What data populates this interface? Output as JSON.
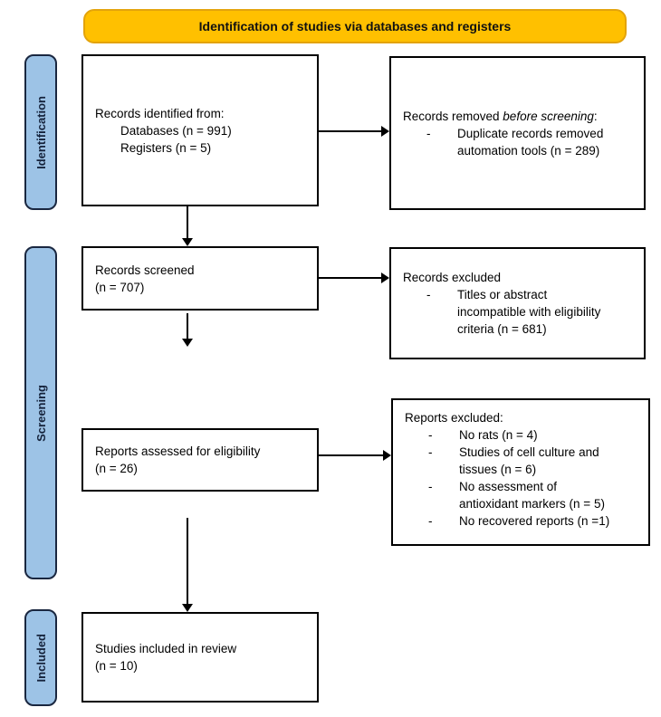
{
  "banner": {
    "label": "Identification of studies via databases and registers"
  },
  "stages": [
    {
      "label": "Identification"
    },
    {
      "label": "Screening"
    },
    {
      "label": "Included"
    }
  ],
  "boxes": {
    "records_identified": {
      "title": "Records identified from:",
      "items": [
        "Databases (n = 991)",
        "Registers (n = 5)"
      ]
    },
    "records_removed": {
      "title_prefix": "Records removed ",
      "title_italic": "before screening",
      "title_suffix": ":",
      "items": [
        "Duplicate records removed\nautomation tools (n = 289)"
      ]
    },
    "records_screened": {
      "line1": "Records screened",
      "line2": "(n = 707)"
    },
    "records_excluded": {
      "title": "Records excluded",
      "items": [
        "Titles or abstract\nincompatible with eligibility\ncriteria (n = 681)"
      ]
    },
    "reports_assessed": {
      "line1": "Reports assessed for eligibility",
      "line2": "(n = 26)"
    },
    "reports_excluded": {
      "title": "Reports excluded:",
      "items": [
        "No rats (n = 4)",
        "Studies of cell culture and\ntissues (n = 6)",
        "No assessment of\nantioxidant markers (n = 5)",
        "No recovered reports (n =1)"
      ]
    },
    "studies_included": {
      "line1": "Studies included in review",
      "line2": "(n = 10)"
    }
  },
  "colors": {
    "banner_fill": "#FFC000",
    "banner_border": "#E3A30B",
    "stage_fill": "#9DC3E6",
    "stage_border": "#1A2740",
    "box_border": "#000000",
    "arrow": "#000000"
  }
}
